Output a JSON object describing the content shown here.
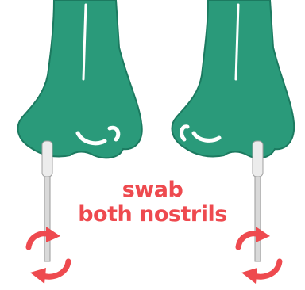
{
  "caption": {
    "line1": "swab",
    "line2": "both nostrils"
  },
  "colors": {
    "nose": "#2a9a7a",
    "nose_shadow": "#1c7a60",
    "highlight": "#ffffff",
    "swab": "#d9d9d9",
    "arrow": "#ee4a4f",
    "text": "#ee4a4f"
  },
  "figures": [
    {
      "name": "left-nose",
      "icon": "nose-icon",
      "swab_side": "left"
    },
    {
      "name": "right-nose",
      "icon": "nose-icon",
      "swab_side": "right"
    }
  ]
}
